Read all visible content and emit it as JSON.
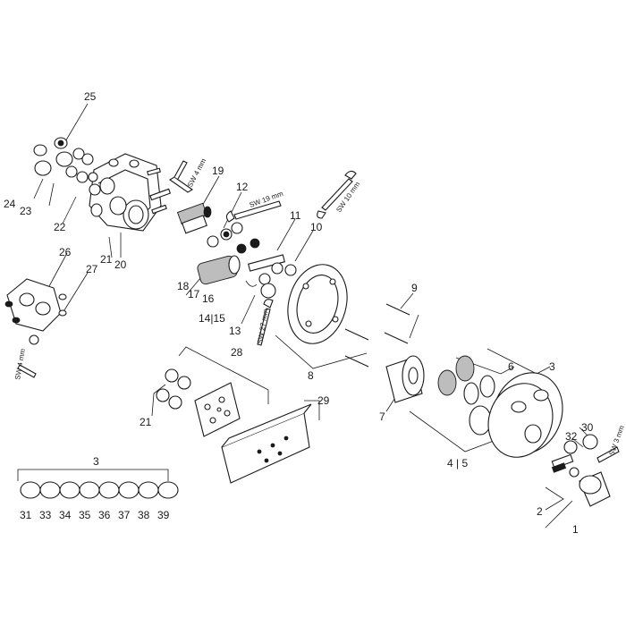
{
  "part_numbers": {
    "p1": "1",
    "p2": "2",
    "p3a": "3",
    "p3b": "3",
    "p45": "4 | 5",
    "p6": "6",
    "p7": "7",
    "p8": "8",
    "p9": "9",
    "p10": "10",
    "p11": "11",
    "p12": "12",
    "p13": "13",
    "p1415": "14|15",
    "p16": "16",
    "p17": "17",
    "p18": "18",
    "p19": "19",
    "p20": "20",
    "p21a": "21",
    "p21b": "21",
    "p22": "22",
    "p23": "23",
    "p24": "24",
    "p25": "25",
    "p26": "26",
    "p27": "27",
    "p28": "28",
    "p29": "29",
    "p30": "30",
    "p31": "31",
    "p32": "32",
    "p33": "33",
    "p34": "34",
    "p35": "35",
    "p36": "36",
    "p37": "37",
    "p38": "38",
    "p39": "39"
  },
  "tool_labels": {
    "sw4_top": "SW 4 mm",
    "sw4_left": "SW 4 mm",
    "sw10": "SW 10 mm",
    "sw19": "SW 19 mm",
    "sw27": "SW 27 mm",
    "sw3": "SW 3 mm"
  }
}
